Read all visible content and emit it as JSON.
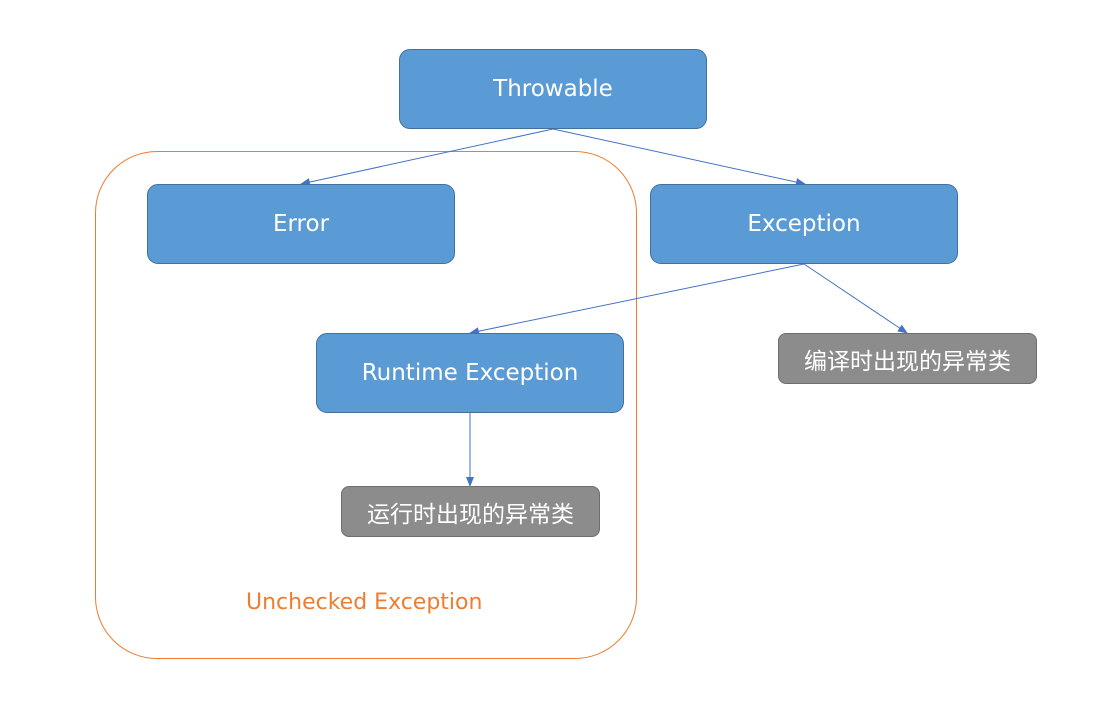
{
  "diagram": {
    "nodes": {
      "throwable": "Throwable",
      "error": "Error",
      "exception": "Exception",
      "runtime_exception": "Runtime Exception",
      "runtime_note": "运行时出现的异常类",
      "compile_note": "编译时出现的异常类"
    },
    "group_label": "Unchecked Exception",
    "edges": [
      {
        "from": "throwable",
        "to": "error"
      },
      {
        "from": "throwable",
        "to": "exception"
      },
      {
        "from": "exception",
        "to": "runtime_exception"
      },
      {
        "from": "exception",
        "to": "compile_note"
      },
      {
        "from": "runtime_exception",
        "to": "runtime_note"
      }
    ],
    "colors": {
      "node_fill": "#5B9BD5",
      "note_fill": "#8C8C8C",
      "group_border": "#ED7D31",
      "edge": "#4472C4"
    }
  }
}
